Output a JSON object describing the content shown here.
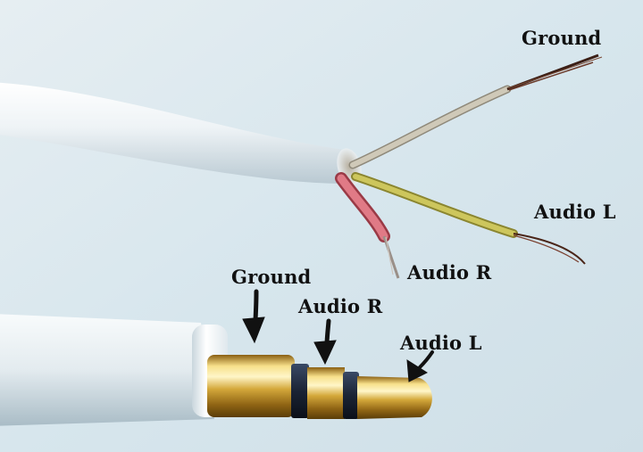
{
  "wire_labels": {
    "ground": "Ground",
    "audio_l": "Audio L",
    "audio_r": "Audio R"
  },
  "plug_labels": {
    "ground": "Ground",
    "audio_r": "Audio R",
    "audio_l": "Audio L"
  },
  "colors": {
    "background": "#dbe8ee",
    "cable_jacket": "#eef3f6",
    "ground_wire": "#c8c2b0",
    "audio_l_wire": "#c8c25a",
    "audio_r_wire": "#d96a78",
    "copper": "#6b3a2a",
    "plug_gold": "#d4a83a",
    "insulator_ring": "#1b2435",
    "label_text": "#111111"
  }
}
